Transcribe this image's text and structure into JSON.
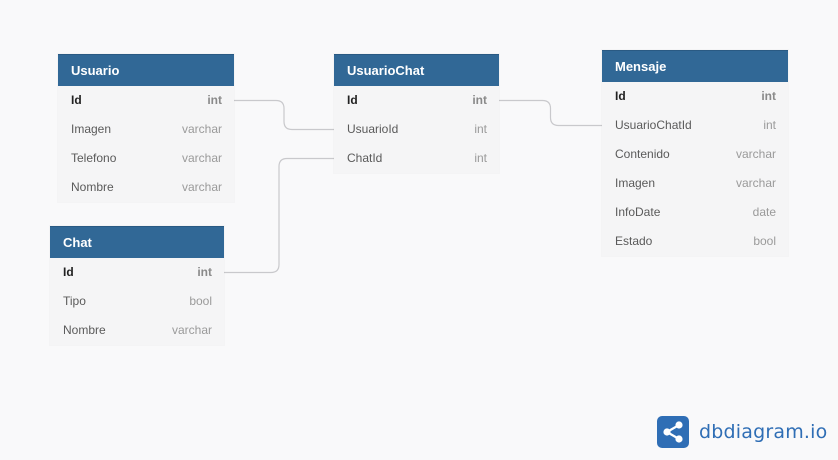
{
  "tables": [
    {
      "id": "t-usuario",
      "name": "Usuario",
      "columns": [
        {
          "name": "Id",
          "type": "int",
          "pk": true
        },
        {
          "name": "Imagen",
          "type": "varchar",
          "pk": false
        },
        {
          "name": "Telefono",
          "type": "varchar",
          "pk": false
        },
        {
          "name": "Nombre",
          "type": "varchar",
          "pk": false
        }
      ]
    },
    {
      "id": "t-usuariochat",
      "name": "UsuarioChat",
      "columns": [
        {
          "name": "Id",
          "type": "int",
          "pk": true
        },
        {
          "name": "UsuarioId",
          "type": "int",
          "pk": false
        },
        {
          "name": "ChatId",
          "type": "int",
          "pk": false
        }
      ]
    },
    {
      "id": "t-mensaje",
      "name": "Mensaje",
      "columns": [
        {
          "name": "Id",
          "type": "int",
          "pk": true
        },
        {
          "name": "UsuarioChatId",
          "type": "int",
          "pk": false
        },
        {
          "name": "Contenido",
          "type": "varchar",
          "pk": false
        },
        {
          "name": "Imagen",
          "type": "varchar",
          "pk": false
        },
        {
          "name": "InfoDate",
          "type": "date",
          "pk": false
        },
        {
          "name": "Estado",
          "type": "bool",
          "pk": false
        }
      ]
    },
    {
      "id": "t-chat",
      "name": "Chat",
      "columns": [
        {
          "name": "Id",
          "type": "int",
          "pk": true
        },
        {
          "name": "Tipo",
          "type": "bool",
          "pk": false
        },
        {
          "name": "Nombre",
          "type": "varchar",
          "pk": false
        }
      ]
    }
  ],
  "relations": [
    {
      "from": "Usuario.Id",
      "to": "UsuarioChat.UsuarioId"
    },
    {
      "from": "UsuarioChat.Id",
      "to": "Mensaje.UsuarioChatId"
    },
    {
      "from": "Chat.Id",
      "to": "UsuarioChat.ChatId"
    }
  ],
  "branding": {
    "logo_text": "dbdiagram.io",
    "logo_icon": "share-nodes-icon"
  },
  "colors": {
    "header": "#316896",
    "line": "#c9c9cc",
    "brand": "#2f6eb5"
  }
}
